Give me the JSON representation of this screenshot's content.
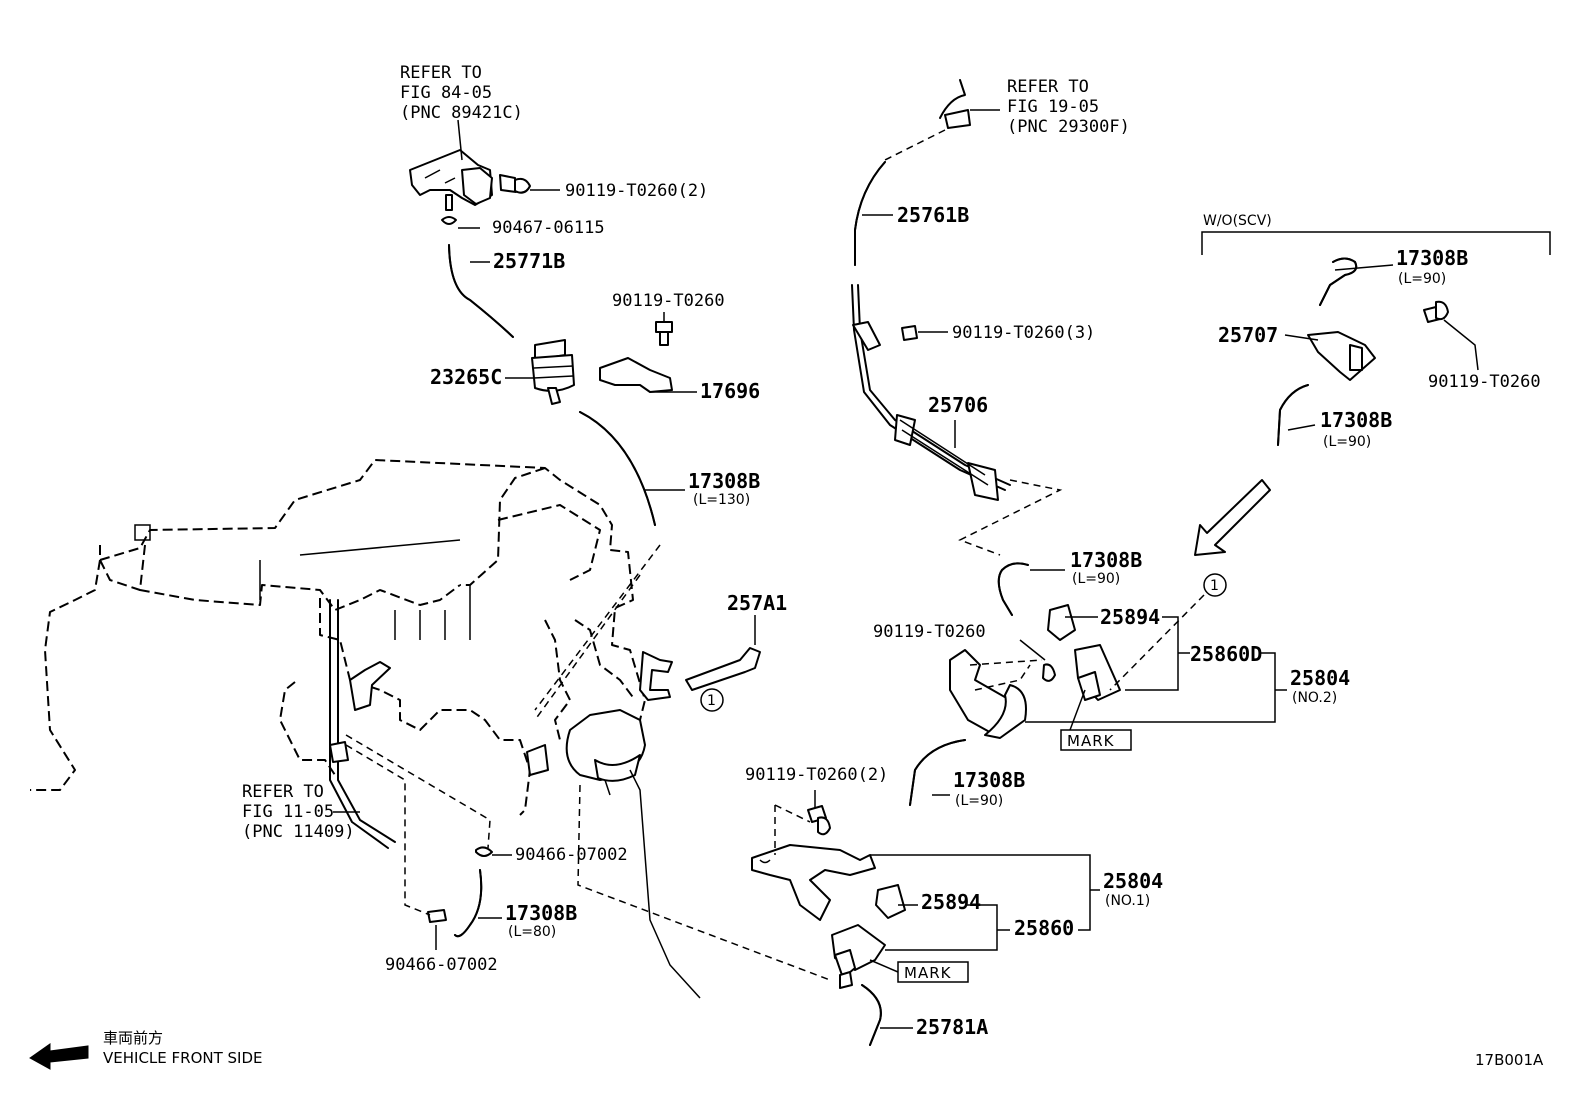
{
  "refs": {
    "fig84": {
      "line1": "REFER TO",
      "line2": "FIG 84-05",
      "line3": "(PNC 89421C)"
    },
    "fig19": {
      "line1": "REFER TO",
      "line2": "FIG 19-05",
      "line3": "(PNC 29300F)"
    },
    "fig11": {
      "line1": "REFER TO",
      "line2": "FIG 11-05",
      "line3": "(PNC 11409)"
    }
  },
  "parts": {
    "p90119_2a": "90119-T0260(2)",
    "p90467": "90467-06115",
    "p25771B": "25771B",
    "p90119_a": "90119-T0260",
    "p23265C": "23265C",
    "p17696": "17696",
    "p17308B_130": "17308B",
    "l130": "(L=130)",
    "p257A1": "257A1",
    "p90466_a": "90466-07002",
    "p17308B_80": "17308B",
    "l80": "(L=80)",
    "p90466_b": "90466-07002",
    "p25761B": "25761B",
    "p90119_3": "90119-T0260(3)",
    "p25706": "25706",
    "wo_scv": "W/O(SCV)",
    "p17308B_scv1": "17308B",
    "l90_scv1": "(L=90)",
    "p25707": "25707",
    "p90119_scv": "90119-T0260",
    "p17308B_scv2": "17308B",
    "l90_scv2": "(L=90)",
    "p17308B_mid": "17308B",
    "l90_mid": "(L=90)",
    "p25894_upper": "25894",
    "p90119_b": "90119-T0260",
    "p25860D": "25860D",
    "p25804_no2": "25804",
    "no2": "(NO.2)",
    "mark_upper": "MARK",
    "p90119_2b": "90119-T0260(2)",
    "p17308B_low": "17308B",
    "l90_low": "(L=90)",
    "p25804_no1": "25804",
    "no1": "(NO.1)",
    "p25894_lower": "25894",
    "p25860": "25860",
    "mark_lower": "MARK",
    "p25781A": "25781A",
    "circle_ref_a": "1",
    "circle_ref_b": "1"
  },
  "footer": {
    "jp_text": "車両前方",
    "en_text": "VEHICLE FRONT SIDE",
    "code": "17B001A",
    "arrow_icon": "front-direction-arrow-icon"
  }
}
